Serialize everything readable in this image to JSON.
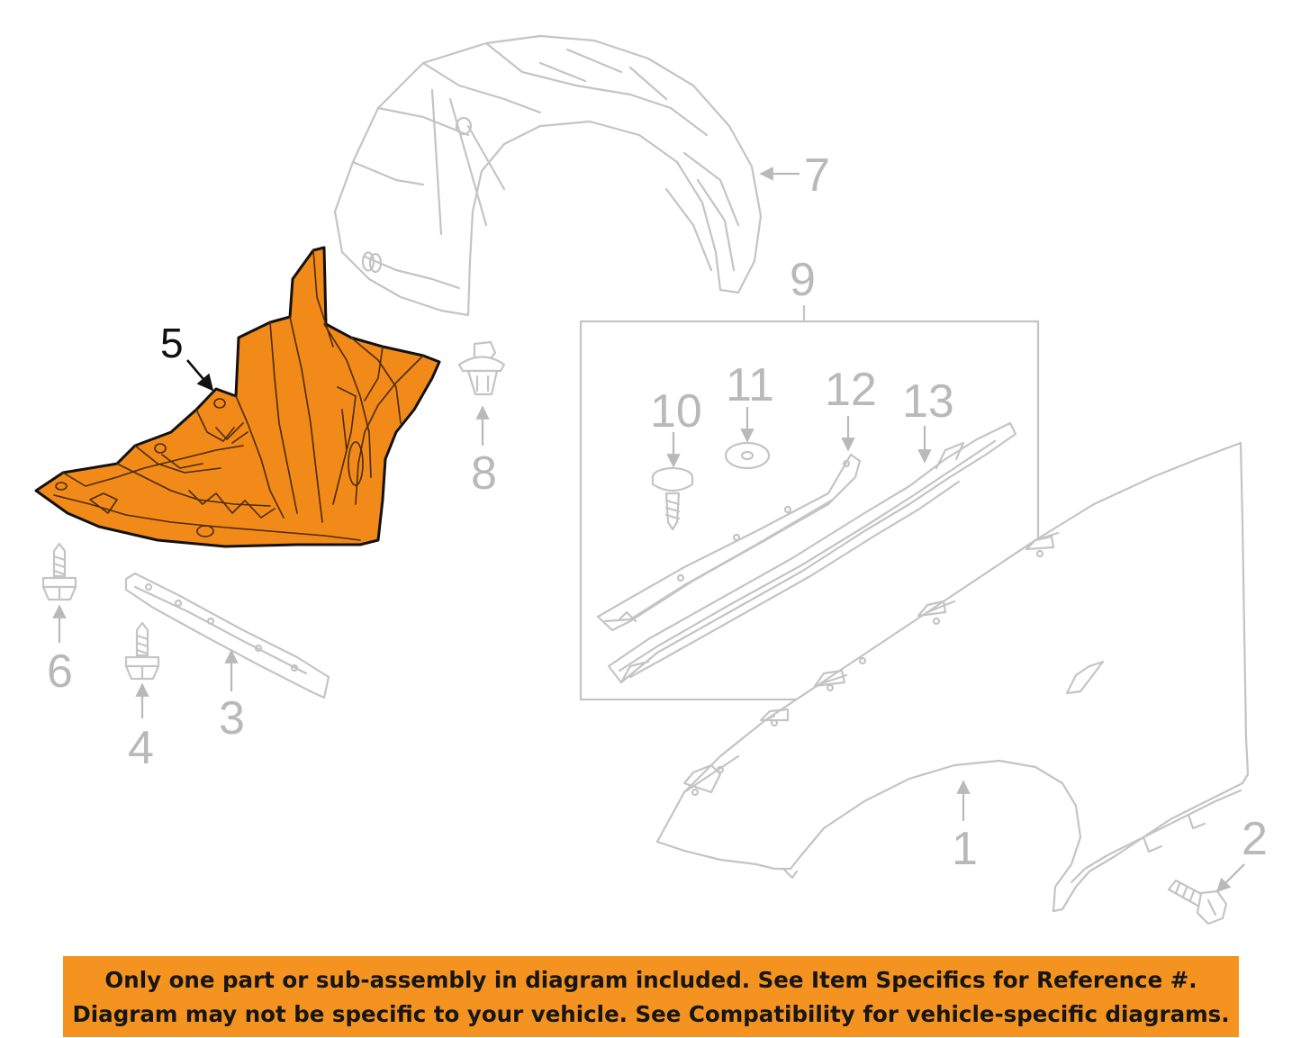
{
  "diagram": {
    "highlighted_callout": "5",
    "highlight_color": "#f28a19",
    "part_line_color": "#c4c4c4",
    "callouts": {
      "c1": "1",
      "c2": "2",
      "c3": "3",
      "c4": "4",
      "c5": "5",
      "c6": "6",
      "c7": "7",
      "c8": "8",
      "c9": "9",
      "c10": "10",
      "c11": "11",
      "c12": "12",
      "c13": "13"
    }
  },
  "notice": {
    "line1": "Only one part or sub-assembly in diagram included. See Item Specifics for Reference #.",
    "line2": "Diagram may not be specific to your vehicle. See Compatibility for vehicle-specific diagrams.",
    "background": "#f59321"
  }
}
